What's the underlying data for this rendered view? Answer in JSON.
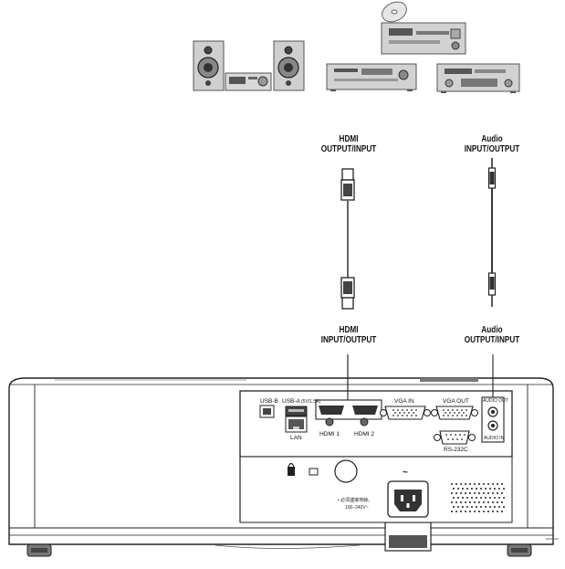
{
  "cables": {
    "hdmi": {
      "top_line1": "HDMI",
      "top_line2": "OUTPUT/INPUT",
      "bottom_line1": "HDMI",
      "bottom_line2": "INPUT/OUTPUT"
    },
    "audio": {
      "top_line1": "Audio",
      "top_line2": "INPUT/OUTPUT",
      "bottom_line1": "Audio",
      "bottom_line2": "OUTPUT/INPUT"
    }
  },
  "ports": {
    "usb_b": "USB-B",
    "usb_a": "USB-A",
    "usb_a_rating": "(5V/1.5A)",
    "lan": "LAN",
    "hdmi1": "HDMI 1",
    "hdmi2": "HDMI 2",
    "vga_in": "VGA  IN",
    "vga_out": "VGA  OUT",
    "rs232c": "RS-232C",
    "audio_out": "AUDIO OUT",
    "audio_in": "AUDIO IN"
  },
  "power": {
    "symbol": "~",
    "note_line1": "• 必須連接地線。",
    "note_line2": "100–240V~"
  },
  "icons": [
    "speaker-system-icon",
    "cd-disc-icon",
    "cd-player-icon",
    "vcr-icon",
    "av-receiver-icon",
    "hdmi-cable-icon",
    "audio-cable-icon",
    "projector-icon",
    "kensington-lock-icon",
    "ac-inlet-icon"
  ]
}
